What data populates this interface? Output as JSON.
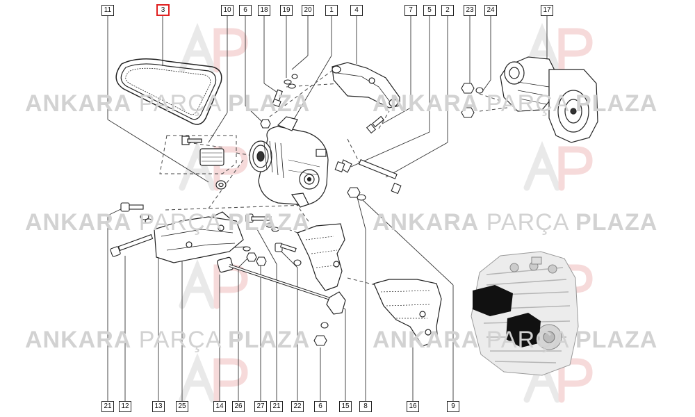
{
  "watermark": {
    "bold_1": "ANKARA",
    "light": "PARÇA",
    "bold_2": "PLAZA"
  },
  "colors": {
    "highlight": "#e02020",
    "watermark": "#d2d2d2",
    "line": "#222222"
  },
  "callouts_top": [
    "11",
    "3",
    "10",
    "6",
    "18",
    "19",
    "20",
    "1",
    "4",
    "7",
    "5",
    "2",
    "23",
    "24",
    "17"
  ],
  "callouts_bottom": [
    "21",
    "12",
    "13",
    "25",
    "14",
    "26",
    "27",
    "21",
    "22",
    "6",
    "15",
    "8",
    "16",
    "9"
  ],
  "highlighted_callout": "3"
}
